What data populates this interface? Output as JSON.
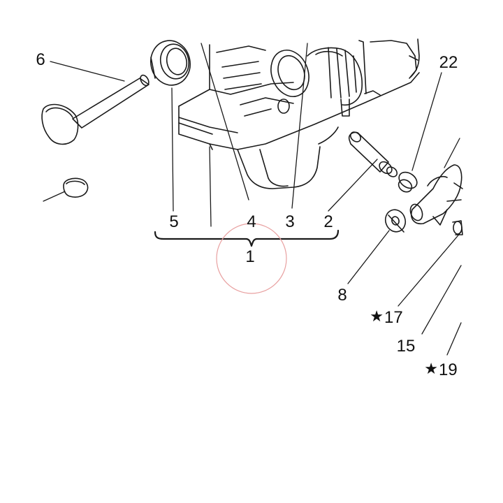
{
  "diagram": {
    "callouts": [
      {
        "id": "6",
        "text": "6"
      },
      {
        "id": "22",
        "text": "22"
      },
      {
        "id": "5",
        "text": "5"
      },
      {
        "id": "4",
        "text": "4"
      },
      {
        "id": "3",
        "text": "3"
      },
      {
        "id": "2",
        "text": "2"
      },
      {
        "id": "1",
        "text": "1"
      },
      {
        "id": "8",
        "text": "8"
      },
      {
        "id": "17",
        "text": "17",
        "star": "★"
      },
      {
        "id": "15",
        "text": "15"
      },
      {
        "id": "19",
        "text": "19",
        "star": "★"
      }
    ],
    "colors": {
      "line": "#1a1a1a",
      "highlight_circle": "#e8a0a0",
      "background": "#ffffff"
    }
  }
}
